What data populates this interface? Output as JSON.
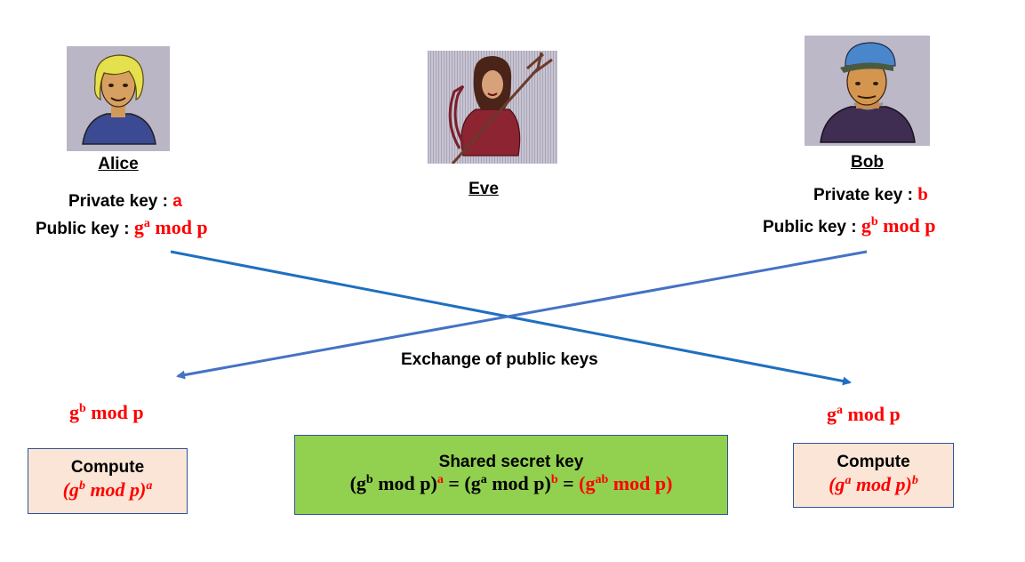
{
  "colors": {
    "accent_red": "#ff0000",
    "arrow_blue_dark": "#1f6fc0",
    "arrow_blue_light": "#4472c4",
    "compute_box_fill": "#fbe5d6",
    "shared_box_fill": "#92d050",
    "box_border": "#2f5597"
  },
  "alice": {
    "name": "Alice",
    "portrait_icon": "alice-portrait-icon",
    "private_key_label": "Private key : ",
    "private_key_value": "a",
    "public_key_label": "Public key : ",
    "public_key_base": "g",
    "public_key_exp": "a",
    "public_key_rest": " mod p",
    "received_base": "g",
    "received_exp": "b",
    "received_rest": " mod p",
    "compute_title": "Compute",
    "compute_open": "(g",
    "compute_inner_exp": "b",
    "compute_mid": " mod p)",
    "compute_outer_exp": "a"
  },
  "eve": {
    "name": "Eve",
    "portrait_icon": "eve-portrait-icon"
  },
  "bob": {
    "name": "Bob",
    "portrait_icon": "bob-portrait-icon",
    "private_key_label": "Private key : ",
    "private_key_value": "b",
    "public_key_label": "Public key : ",
    "public_key_base": "g",
    "public_key_exp": "b",
    "public_key_rest": " mod p",
    "received_base": "g",
    "received_exp": "a",
    "received_rest": " mod p",
    "compute_title": "Compute",
    "compute_open": "(g",
    "compute_inner_exp": "a",
    "compute_mid": " mod p)",
    "compute_outer_exp": "b"
  },
  "exchange": {
    "label": "Exchange of public keys"
  },
  "shared": {
    "title": "Shared secret key",
    "part1_open": "(g",
    "part1_inner_exp": "b",
    "part1_mid": " mod p)",
    "part1_outer_exp": "a",
    "eq1": " = ",
    "part2_open": "(g",
    "part2_inner_exp": "a",
    "part2_mid": " mod p)",
    "part2_outer_exp": "b",
    "eq2": " = ",
    "result_open": "(g",
    "result_exp": "ab",
    "result_rest": " mod p)"
  }
}
